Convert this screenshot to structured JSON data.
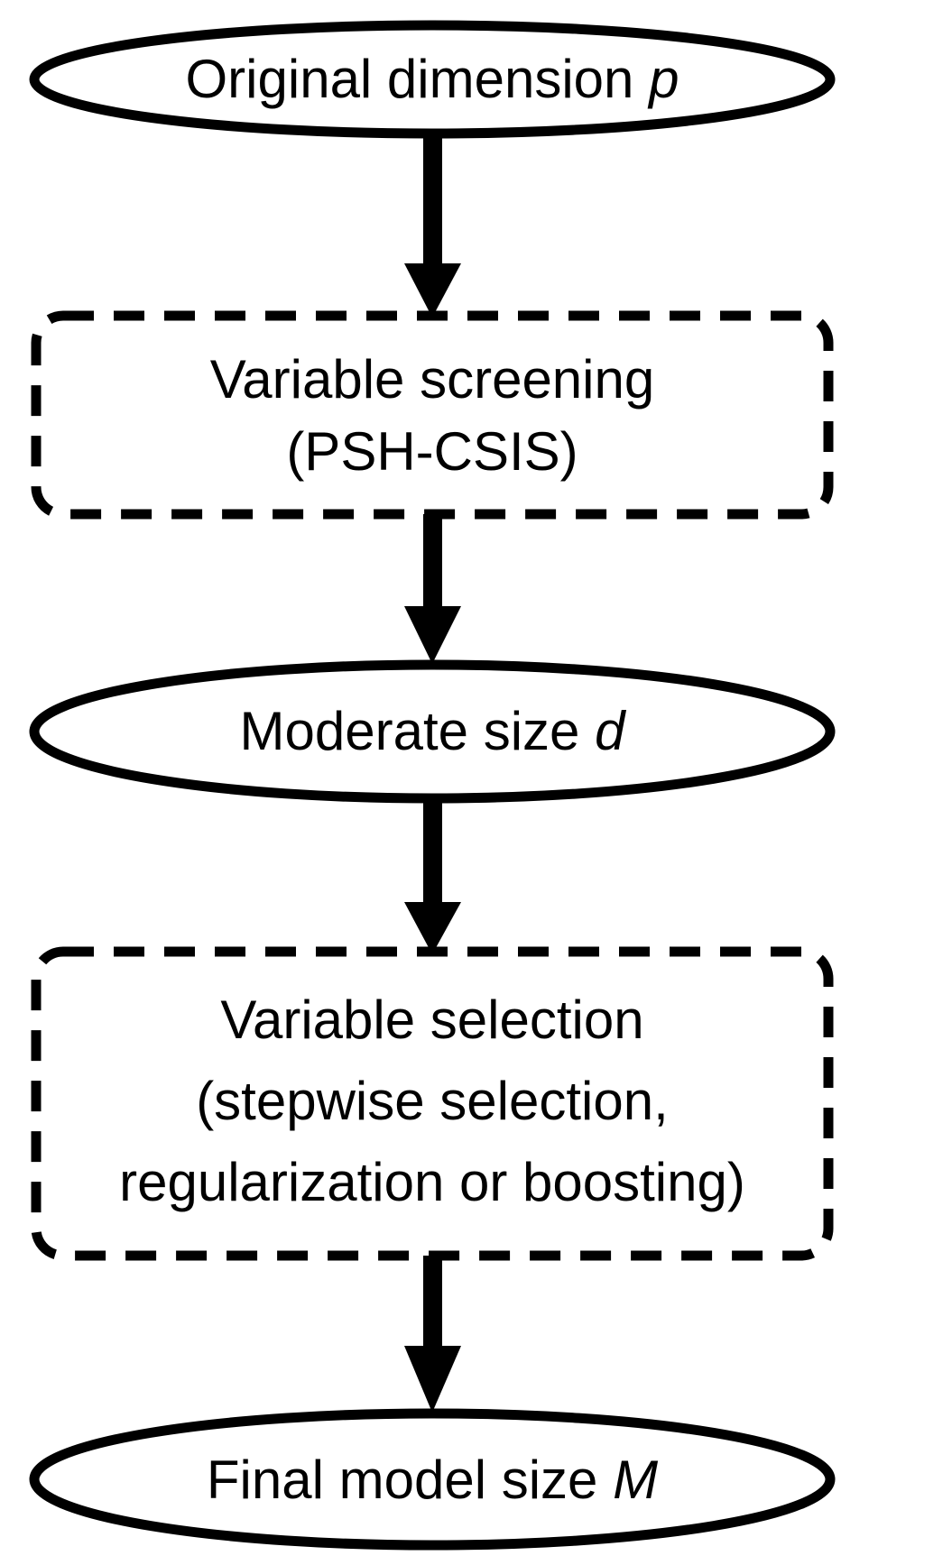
{
  "diagram": {
    "title": "Variable screening and selection workflow",
    "type": "flowchart",
    "orientation": "vertical",
    "colors": {
      "stroke": "#000000",
      "fill": "#ffffff",
      "background": "#ffffff"
    },
    "nodes": [
      {
        "id": "original-dimension",
        "shape": "ellipse",
        "border": "solid",
        "lines": [
          "Original dimension "
        ],
        "symbol": "p",
        "symbol_italic": true,
        "full_text": "Original dimension p"
      },
      {
        "id": "variable-screening",
        "shape": "rounded-rect",
        "border": "dashed",
        "lines": [
          "Variable screening",
          "(PSH-CSIS)"
        ],
        "symbol": "",
        "symbol_italic": false,
        "full_text": "Variable screening (PSH-CSIS)"
      },
      {
        "id": "moderate-size",
        "shape": "ellipse",
        "border": "solid",
        "lines": [
          "Moderate size "
        ],
        "symbol": "d",
        "symbol_italic": true,
        "full_text": "Moderate size d"
      },
      {
        "id": "variable-selection",
        "shape": "rounded-rect",
        "border": "dashed",
        "lines": [
          "Variable selection",
          "(stepwise selection,",
          "regularization or boosting)"
        ],
        "symbol": "",
        "symbol_italic": false,
        "full_text": "Variable selection (stepwise selection, regularization or boosting)"
      },
      {
        "id": "final-model-size",
        "shape": "ellipse",
        "border": "solid",
        "lines": [
          "Final model size "
        ],
        "symbol": "M",
        "symbol_italic": true,
        "full_text": "Final model size M"
      }
    ],
    "edges": [
      {
        "id": "edge-1",
        "from": "original-dimension",
        "to": "variable-screening",
        "style": "solid-arrow",
        "label": ""
      },
      {
        "id": "edge-2",
        "from": "variable-screening",
        "to": "moderate-size",
        "style": "solid-arrow",
        "label": ""
      },
      {
        "id": "edge-3",
        "from": "moderate-size",
        "to": "variable-selection",
        "style": "solid-arrow",
        "label": ""
      },
      {
        "id": "edge-4",
        "from": "variable-selection",
        "to": "final-model-size",
        "style": "solid-arrow",
        "label": ""
      }
    ],
    "node_text": {
      "n0_l0": "Original dimension ",
      "n0_sym": "p",
      "n1_l0": "Variable screening",
      "n1_l1": "(PSH-CSIS)",
      "n2_l0": "Moderate size ",
      "n2_sym": "d",
      "n3_l0": "Variable selection",
      "n3_l1": "(stepwise selection,",
      "n3_l2": "regularization or boosting)",
      "n4_l0": "Final model size ",
      "n4_sym": "M"
    }
  }
}
